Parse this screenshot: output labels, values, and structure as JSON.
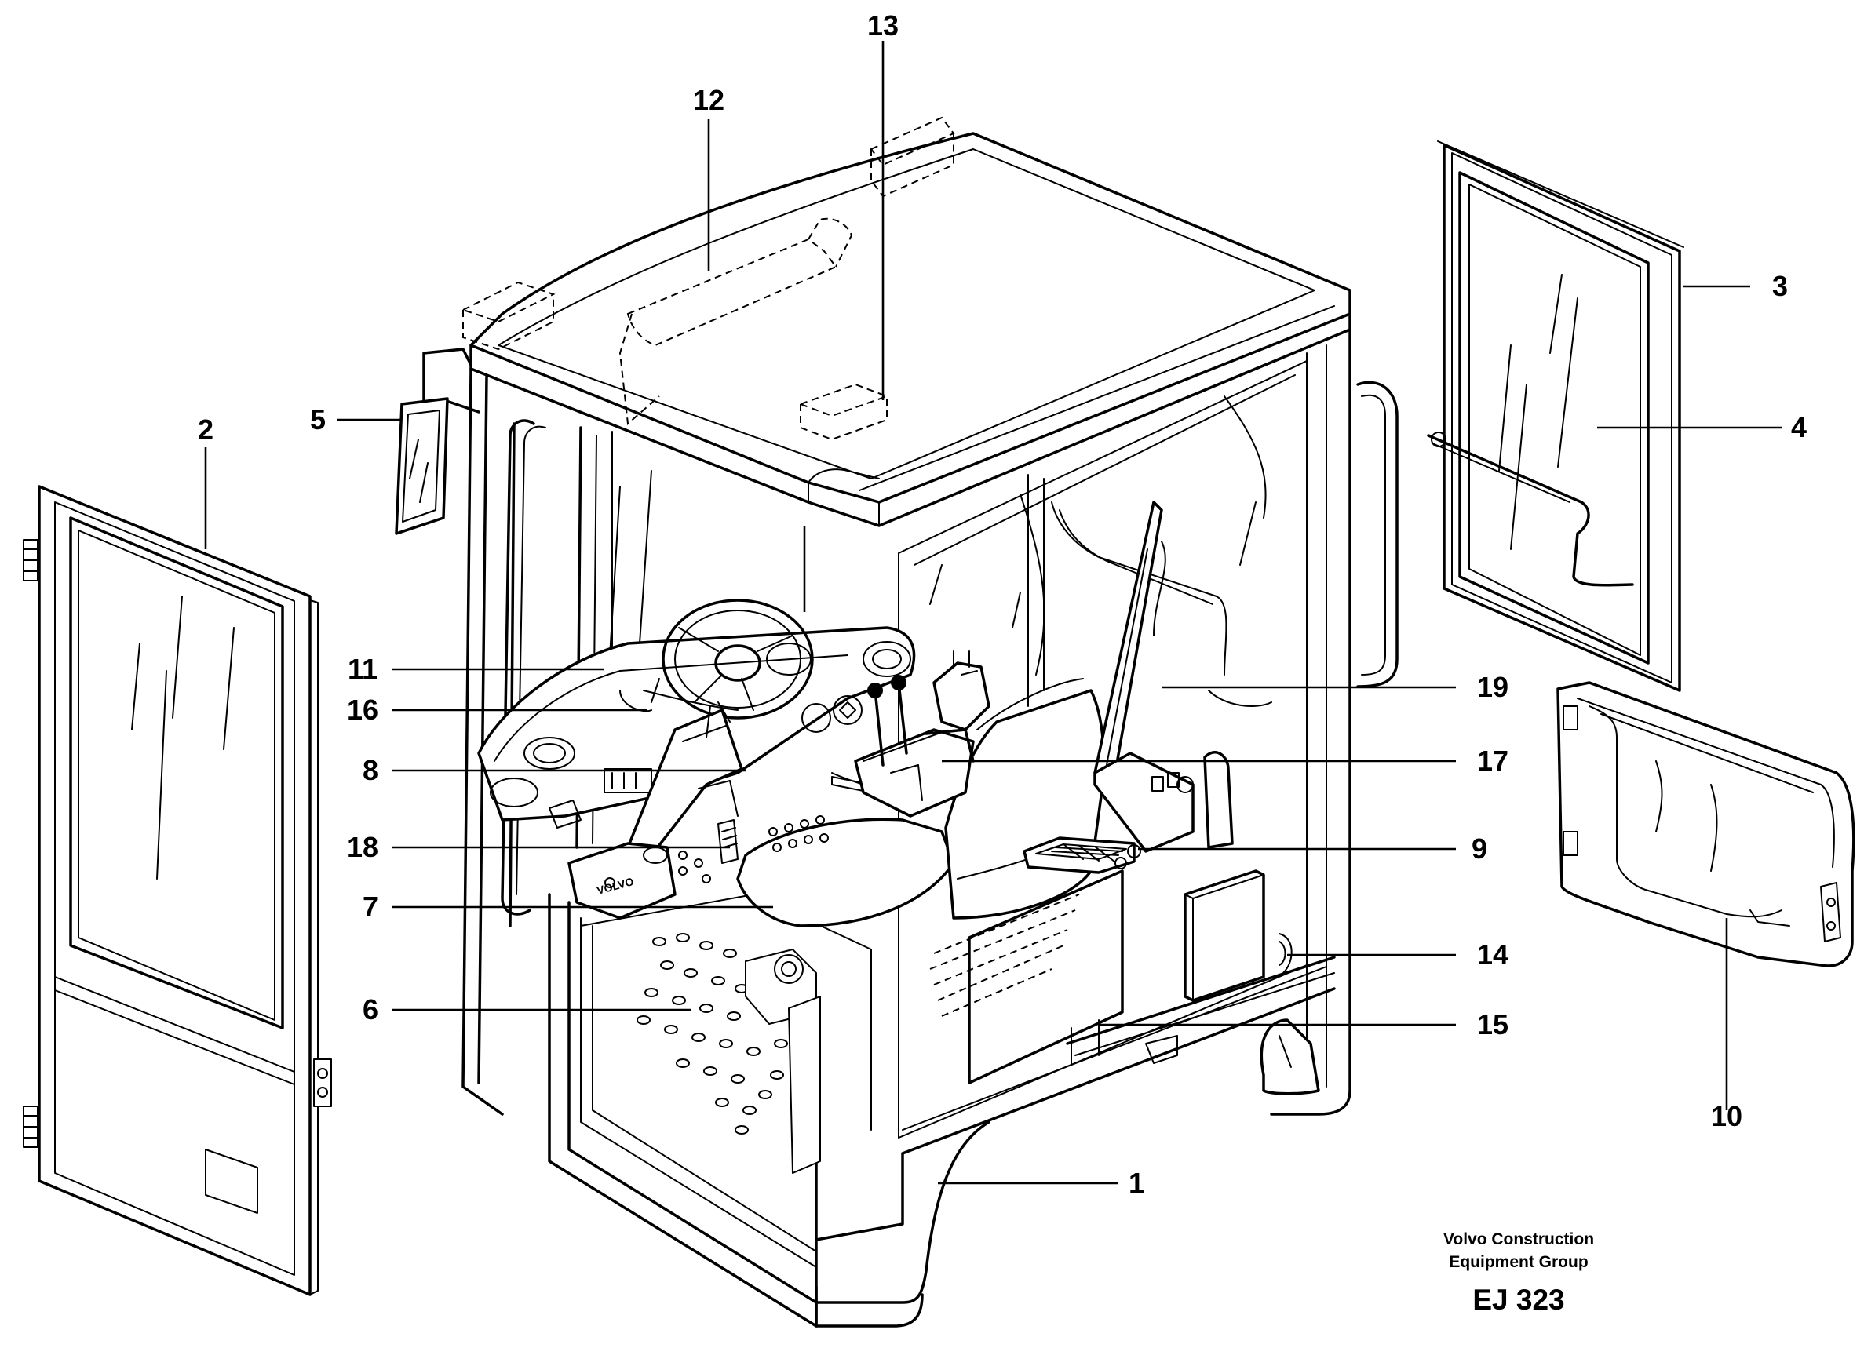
{
  "diagram": {
    "callouts": [
      "1",
      "2",
      "3",
      "4",
      "5",
      "6",
      "7",
      "8",
      "9",
      "10",
      "11",
      "12",
      "13",
      "14",
      "15",
      "16",
      "17",
      "18",
      "19"
    ]
  },
  "caption": {
    "company_line1": "Volvo Construction",
    "company_line2": "Equipment Group",
    "drawing_code": "EJ 323"
  }
}
